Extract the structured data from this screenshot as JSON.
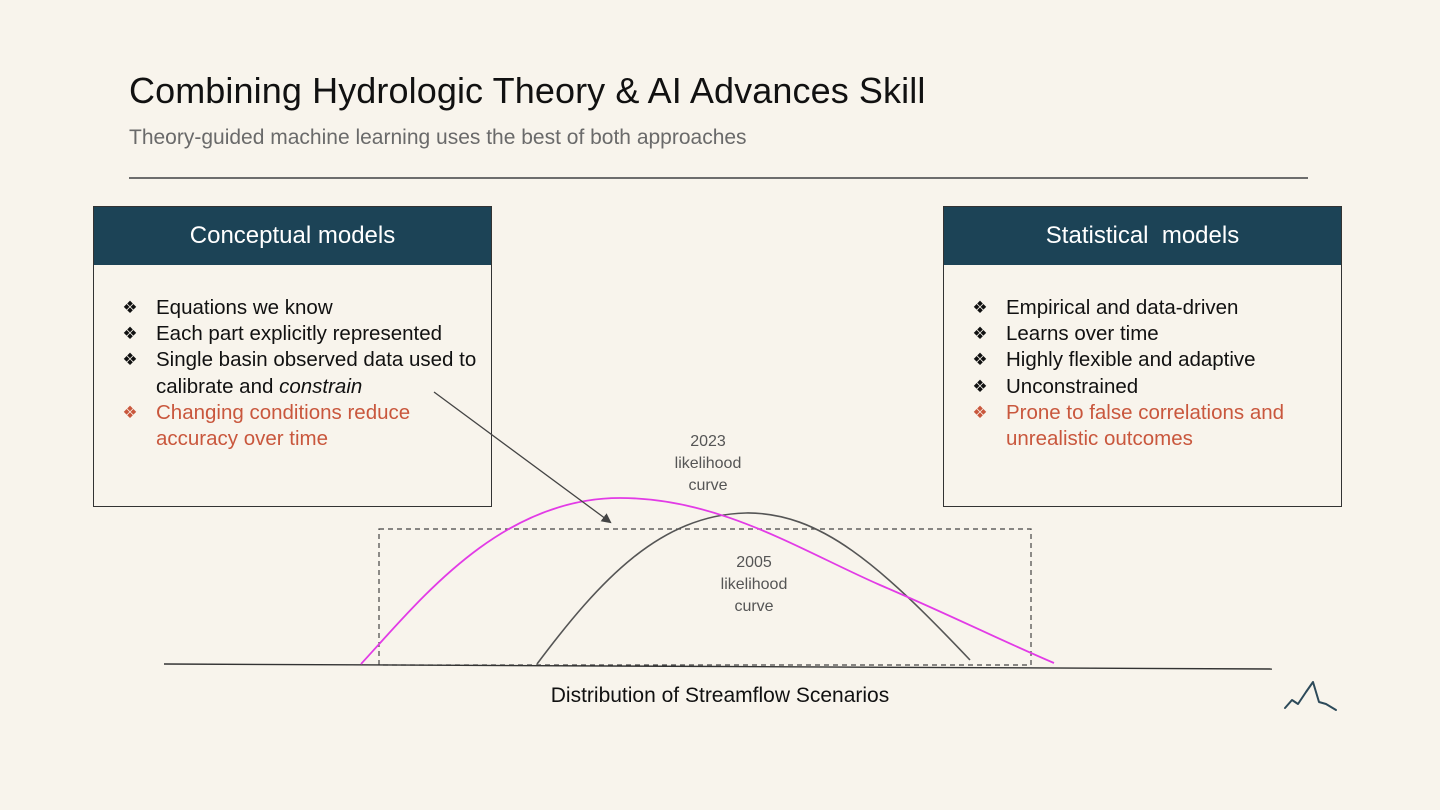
{
  "header": {
    "title": "Combining Hydrologic Theory & AI Advances Skill",
    "subtitle": "Theory-guided machine learning uses the best of both approaches"
  },
  "left_card": {
    "heading": "Conceptual models",
    "items": [
      {
        "text": "Equations we know",
        "warn": false
      },
      {
        "text": "Each part explicitly represented",
        "warn": false
      },
      {
        "text_before": "Single basin observed data used to calibrate and ",
        "text_italic": "constrain",
        "warn": false
      },
      {
        "text": "Changing conditions reduce accuracy over time",
        "warn": true
      }
    ]
  },
  "right_card": {
    "heading": "Statistical  models",
    "items": [
      {
        "text": "Empirical and data-driven",
        "warn": false
      },
      {
        "text": "Learns over time",
        "warn": false
      },
      {
        "text": "Highly flexible and adaptive",
        "warn": false
      },
      {
        "text": "Unconstrained",
        "warn": false
      },
      {
        "text": "Prone to false correlations and unrealistic outcomes",
        "warn": true
      }
    ]
  },
  "bullet_glyph": "❖",
  "diagram": {
    "label_2023": [
      "2023",
      "likelihood",
      "curve"
    ],
    "label_2005": [
      "2005",
      "likelihood",
      "curve"
    ],
    "axis_label": "Distribution of Streamflow Scenarios",
    "colors": {
      "curve_2023": "#e23be6",
      "curve_2005": "#555555",
      "header_bg": "#1c4356",
      "warn_text": "#c9573d"
    }
  },
  "logo_icon": "hydrograph-peak-icon"
}
